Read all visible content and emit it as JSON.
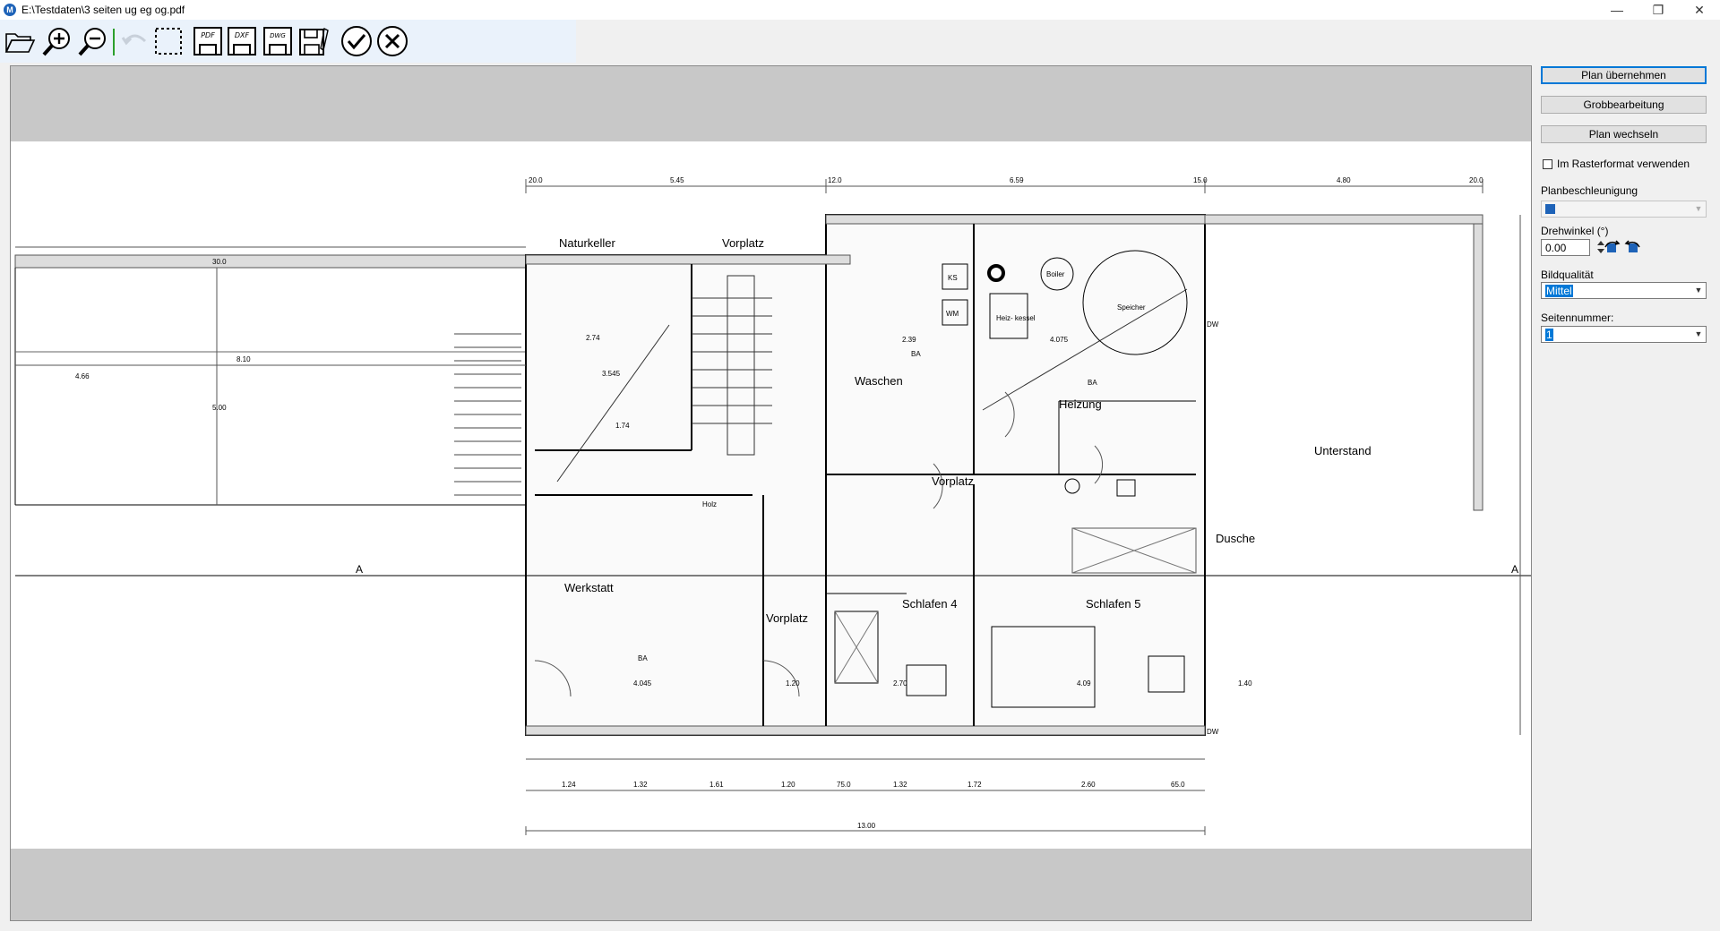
{
  "window": {
    "title": "E:\\Testdaten\\3 seiten ug eg og.pdf",
    "app_icon_letter": "M",
    "minimize_glyph": "—",
    "restore_glyph": "❐",
    "close_glyph": "✕"
  },
  "toolbar": {
    "pdf_label": "PDF",
    "dxf_label": "DXF",
    "dwg_label": "DWG"
  },
  "panel": {
    "btn_apply": "Plan übernehmen",
    "btn_coarse": "Grobbearbeitung",
    "btn_change": "Plan wechseln",
    "raster_label": "Im Rasterformat verwenden",
    "accel_label": "Planbeschleunigung",
    "rotation_label": "Drehwinkel (°)",
    "rotation_value": "0.00",
    "quality_label": "Bildqualität",
    "quality_value": "Mittel",
    "page_label": "Seitennummer:",
    "page_value": "1"
  },
  "plan": {
    "rooms": [
      "Naturkeller",
      "Vorplatz",
      "Vorplatz",
      "Vorplatz",
      "Waschen",
      "Heizung",
      "Unterstand",
      "Dusche",
      "Werkstatt",
      "Schlafen 4",
      "Schlafen 5"
    ],
    "fixtures": [
      "KS",
      "WM",
      "Boiler",
      "Heiz-\nkessel",
      "Speicher",
      "BA",
      "BA",
      "BA",
      "DW",
      "DW",
      "Holz"
    ],
    "section_marker": "A",
    "top_dims": [
      "20.0",
      "5.45",
      "12.0",
      "6.59",
      "15.0",
      "4.80",
      "20.0"
    ],
    "bottom_dims": [
      "1.24",
      "1.32",
      "1.61",
      "1.20",
      "75.0",
      "1.32",
      "1.72",
      "2.60",
      "65.0"
    ],
    "total_width": "13.00",
    "left_dims": [
      "30.0",
      "8.10",
      "5.00",
      "4.66"
    ],
    "misc_dims": [
      "2.74",
      "1.74",
      "2.39",
      "4.075",
      "4.045",
      "3.545",
      "4.09",
      "2.70",
      "1.40",
      "1.20"
    ]
  }
}
